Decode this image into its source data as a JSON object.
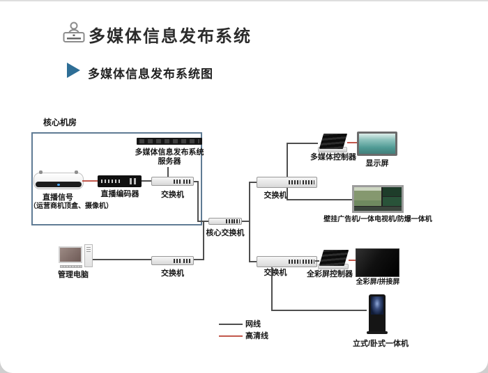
{
  "header": {
    "title": "多媒体信息发布系统",
    "subtitle": "多媒体信息发布系统图"
  },
  "diagram": {
    "core_room": "核心机房",
    "stb_label1": "直播信号",
    "stb_label2": "（运营商机顶盒、摄像机）",
    "encoder": "直播编码器",
    "server_line1": "多媒体信息发布系统",
    "server_line2": "服务器",
    "switch": "交换机",
    "core_switch": "核心交换机",
    "mgmt_pc": "管理电脑",
    "mm_controller": "多媒体控制器",
    "display": "显示屏",
    "wall_screen": "壁挂广告机/一体电视机/防爆一体机",
    "fc_controller": "全彩屏控制器",
    "fc_screen": "全彩屏/拼接屏",
    "kiosk": "立式/卧式一体机",
    "legend": {
      "network": "网线",
      "hd": "高清线"
    },
    "colors": {
      "network_line": "#4e4e4e",
      "hd_line": "#c2574b",
      "accent_blue": "#2e6e96",
      "room_border": "#5f7b94"
    }
  }
}
